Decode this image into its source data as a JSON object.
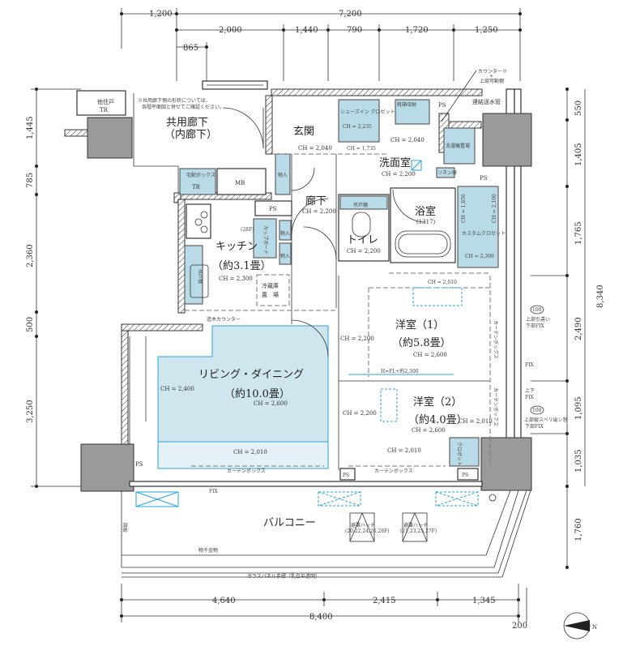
{
  "dimensions": {
    "top": {
      "overall_left": "1,200",
      "overall_right": "7,200",
      "segments": [
        "2,000",
        "1,440",
        "790",
        "1,720",
        "1,250"
      ],
      "sub": "865"
    },
    "right": {
      "segments": [
        "550",
        "1,405",
        "1,765",
        "2,490",
        "1,095",
        "1,035",
        "1,760"
      ],
      "overall": "8,340"
    },
    "left": {
      "segments": [
        "1,445",
        "785",
        "2,360",
        "500",
        "3,250"
      ]
    },
    "bottom": {
      "segments": [
        "4,640",
        "2,415",
        "1,345"
      ],
      "overall": "8,400",
      "extra": "200"
    }
  },
  "notes": {
    "corridor_note_1": "※共用廊下側の形状については、",
    "corridor_note_2": "各階平面図と併せてご確認ください。",
    "counter_note_1": "カウンター※",
    "counter_note_2": "+",
    "counter_note_3": "上部可動棚",
    "window_100_a": "100",
    "window_a_1": "上部引違い",
    "window_a_2": "下部FIX",
    "fix": "FIX",
    "window_updown_1": "上下",
    "window_updown_2": "FIX",
    "window_100_b": "100",
    "window_b_1": "上部縦スベリ出シ窓",
    "window_b_2": "下部FIX",
    "handrail": "ガラスパネル手摺（乳白半透明）",
    "drying_hardware": "物干金物",
    "partition": "隔板",
    "counter_wood": "造木カウンター",
    "fix_bottom": "FIX"
  },
  "rooms": {
    "other_unit": "他住戸",
    "other_unit_tr": "TR",
    "corridor_1": "共用廊下",
    "corridor_2": "（内廊下）",
    "tr": "TR",
    "tr_box": "宅配ボックス",
    "mb": "MB",
    "entrance": "玄関",
    "storage_1": "物入",
    "storage_2": "物入",
    "storage_3": "物入",
    "shoe_in_closet": "シューズイン クロゼット",
    "shoe_storage": "靴箱収納",
    "ps_top": "PS",
    "ps_kitchen": "PS",
    "ps_right": "PS",
    "ps_bottom_left": "PS",
    "ps_bottom_mid": "PS",
    "ps_bottom_right": "PS",
    "standpipe": "連結送水管",
    "laundry": "洗濯機置場",
    "washroom": "洗面室",
    "linen": "リネン庫",
    "hallway": "廊下",
    "toilet": "トイレ",
    "bathroom": "浴室",
    "bath_size": "(1317)",
    "custom_closet": "カスタムクロゼット",
    "kitchen": "キッチン",
    "kitchen_size": "（約3.1畳）",
    "cupboard": "カップボード",
    "hanging_cabinet": "吊戸棚",
    "fridge_1": "冷蔵庫",
    "fridge_2": "置　場",
    "ld": "リビング・ダイニング",
    "ld_size": "（約10.0畳）",
    "bedroom1": "洋室（1）",
    "bedroom1_size": "（約5.8畳）",
    "bedroom2": "洋室（2）",
    "bedroom2_size": "（約4.0畳）",
    "closet": "クロゼット",
    "curtain_box_1": "カーテンボックス",
    "curtain_box_2": "カーテンボックス",
    "curtain_box_3": "カーテンボックス",
    "curtain_box_4": "カーテンボックス",
    "balcony": "バルコニー",
    "hatch_1": "避難ハッチ",
    "hatch_1_floors": "(20,22,24,26,28F)",
    "hatch_2": "避難ハッチ",
    "hatch_2_floors": "(21,23,25,27F)",
    "tag_28f": "(28F)",
    "hfl": "H=FL+約2,300"
  },
  "ceiling_heights": {
    "entrance": "CH = 2,040",
    "shoe_closet": "CH = 2,235",
    "shoe_closet_low": "CH = 1,735",
    "hall_top": "CH = 2,040",
    "washroom": "CH = 2,200",
    "hallway": "CH = 2,200",
    "toilet": "CH = 2,200",
    "custom_closet": "CH = 2,300",
    "closet_a": "CH = 1,850",
    "closet_b": "CH = 2,100",
    "kitchen": "CH = 2,300",
    "bath_edge": "CH = 2,010",
    "bedroom1_left": "CH = 2,200",
    "bedroom1": "CH = 2,600",
    "ld_left": "CH = 2,400",
    "ld": "CH = 2,600",
    "ld_bottom": "CH = 2,010",
    "bedroom2_left": "CH = 2,200",
    "bedroom2": "CH = 2,600",
    "bedroom2_right": "CH = 2,010",
    "bedroom2_bottom": "CH = 2,010"
  },
  "compass": {
    "label": "N"
  }
}
